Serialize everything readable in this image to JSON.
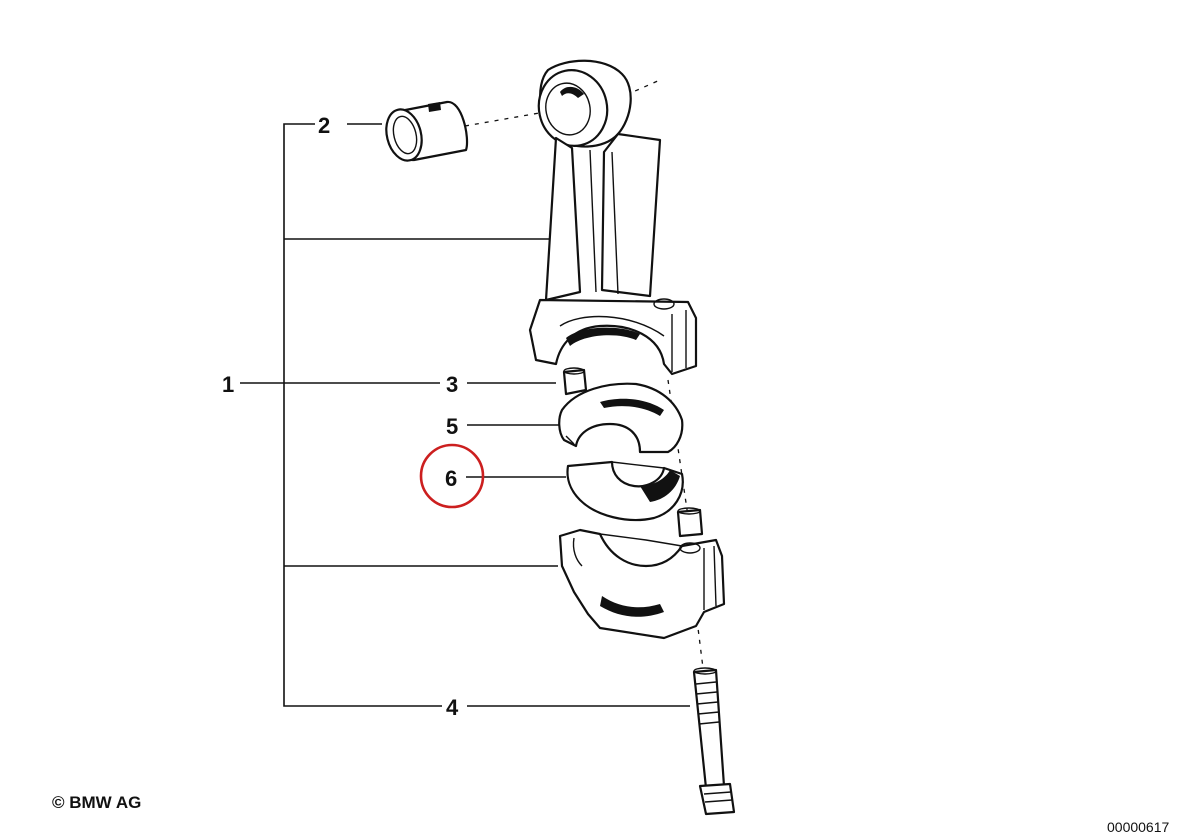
{
  "callouts": {
    "c1": "1",
    "c2": "2",
    "c3": "3",
    "c4": "4",
    "c5": "5",
    "c6": "6"
  },
  "highlight": {
    "callout": "6",
    "color": "#cc1f1f"
  },
  "copyright": "© BMW AG",
  "document_number": "00000617"
}
